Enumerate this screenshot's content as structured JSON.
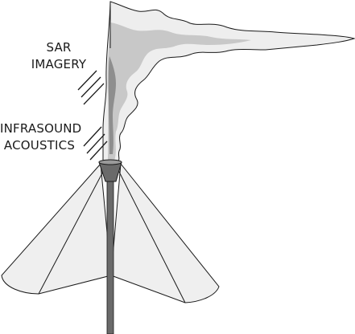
{
  "labels": {
    "sar": [
      "SAR",
      "IMAGERY"
    ],
    "infrasound": [
      "INFRASOUND",
      "ACOUSTICS"
    ]
  },
  "colors": {
    "pole": "#6a6a6a",
    "plume_light": "#eeeeee",
    "plume_mid": "#c8c8c8",
    "plume_dark": "#8e8e8e",
    "cone_fill": "#efefef",
    "outline": "#1a1a1a"
  }
}
